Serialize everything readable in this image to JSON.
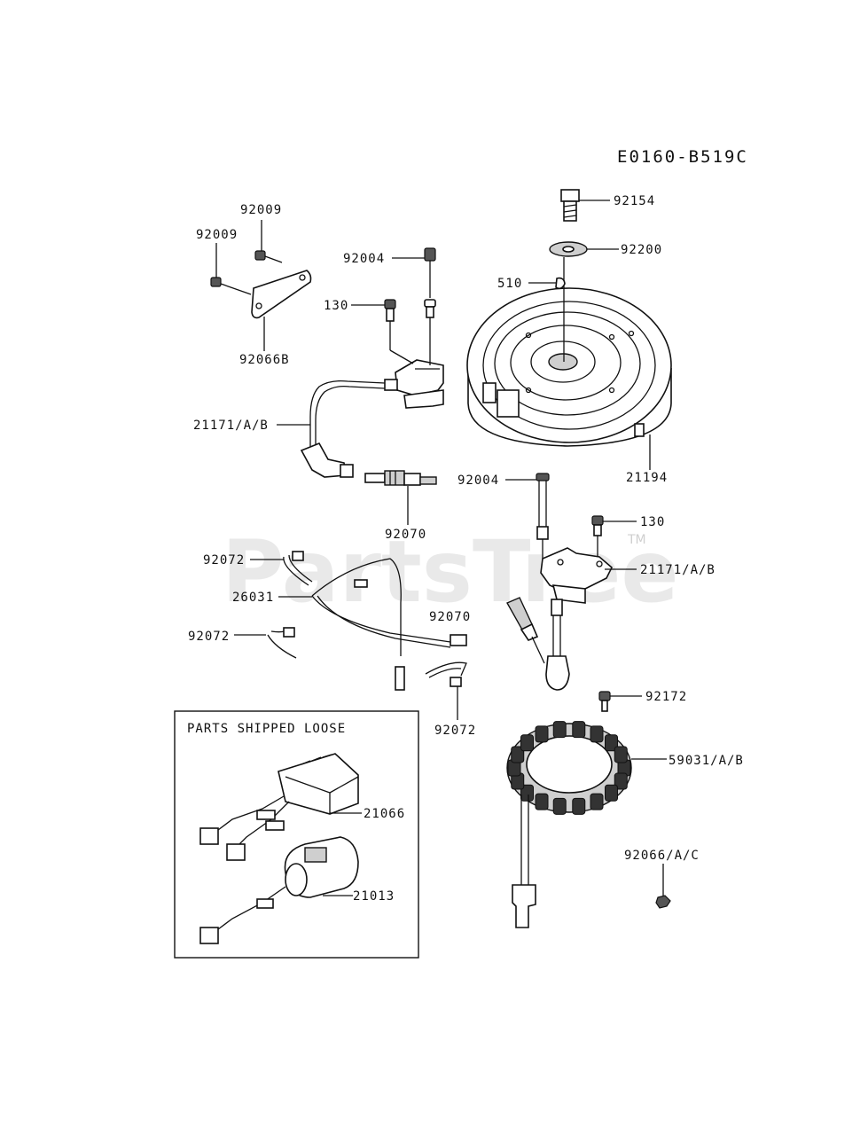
{
  "diagram_code": "E0160-B519C",
  "watermark": "PartsTree",
  "watermark_tm": "TM",
  "box_title": "PARTS SHIPPED LOOSE",
  "labels": {
    "p92009a": "92009",
    "p92009b": "92009",
    "p92066B": "92066B",
    "p92004a": "92004",
    "p130a": "130",
    "p21171a": "21171/A/B",
    "p92070a": "92070",
    "p92154": "92154",
    "p92200": "92200",
    "p510": "510",
    "p21194": "21194",
    "p92004b": "92004",
    "p130b": "130",
    "p21171b": "21171/A/B",
    "p92072a": "92072",
    "p26031": "26031",
    "p92070b": "92070",
    "p92072b": "92072",
    "p92072c": "92072",
    "p92172": "92172",
    "p59031": "59031/A/B",
    "p92066AC": "92066/A/C",
    "p21066": "21066",
    "p21013": "21013"
  }
}
